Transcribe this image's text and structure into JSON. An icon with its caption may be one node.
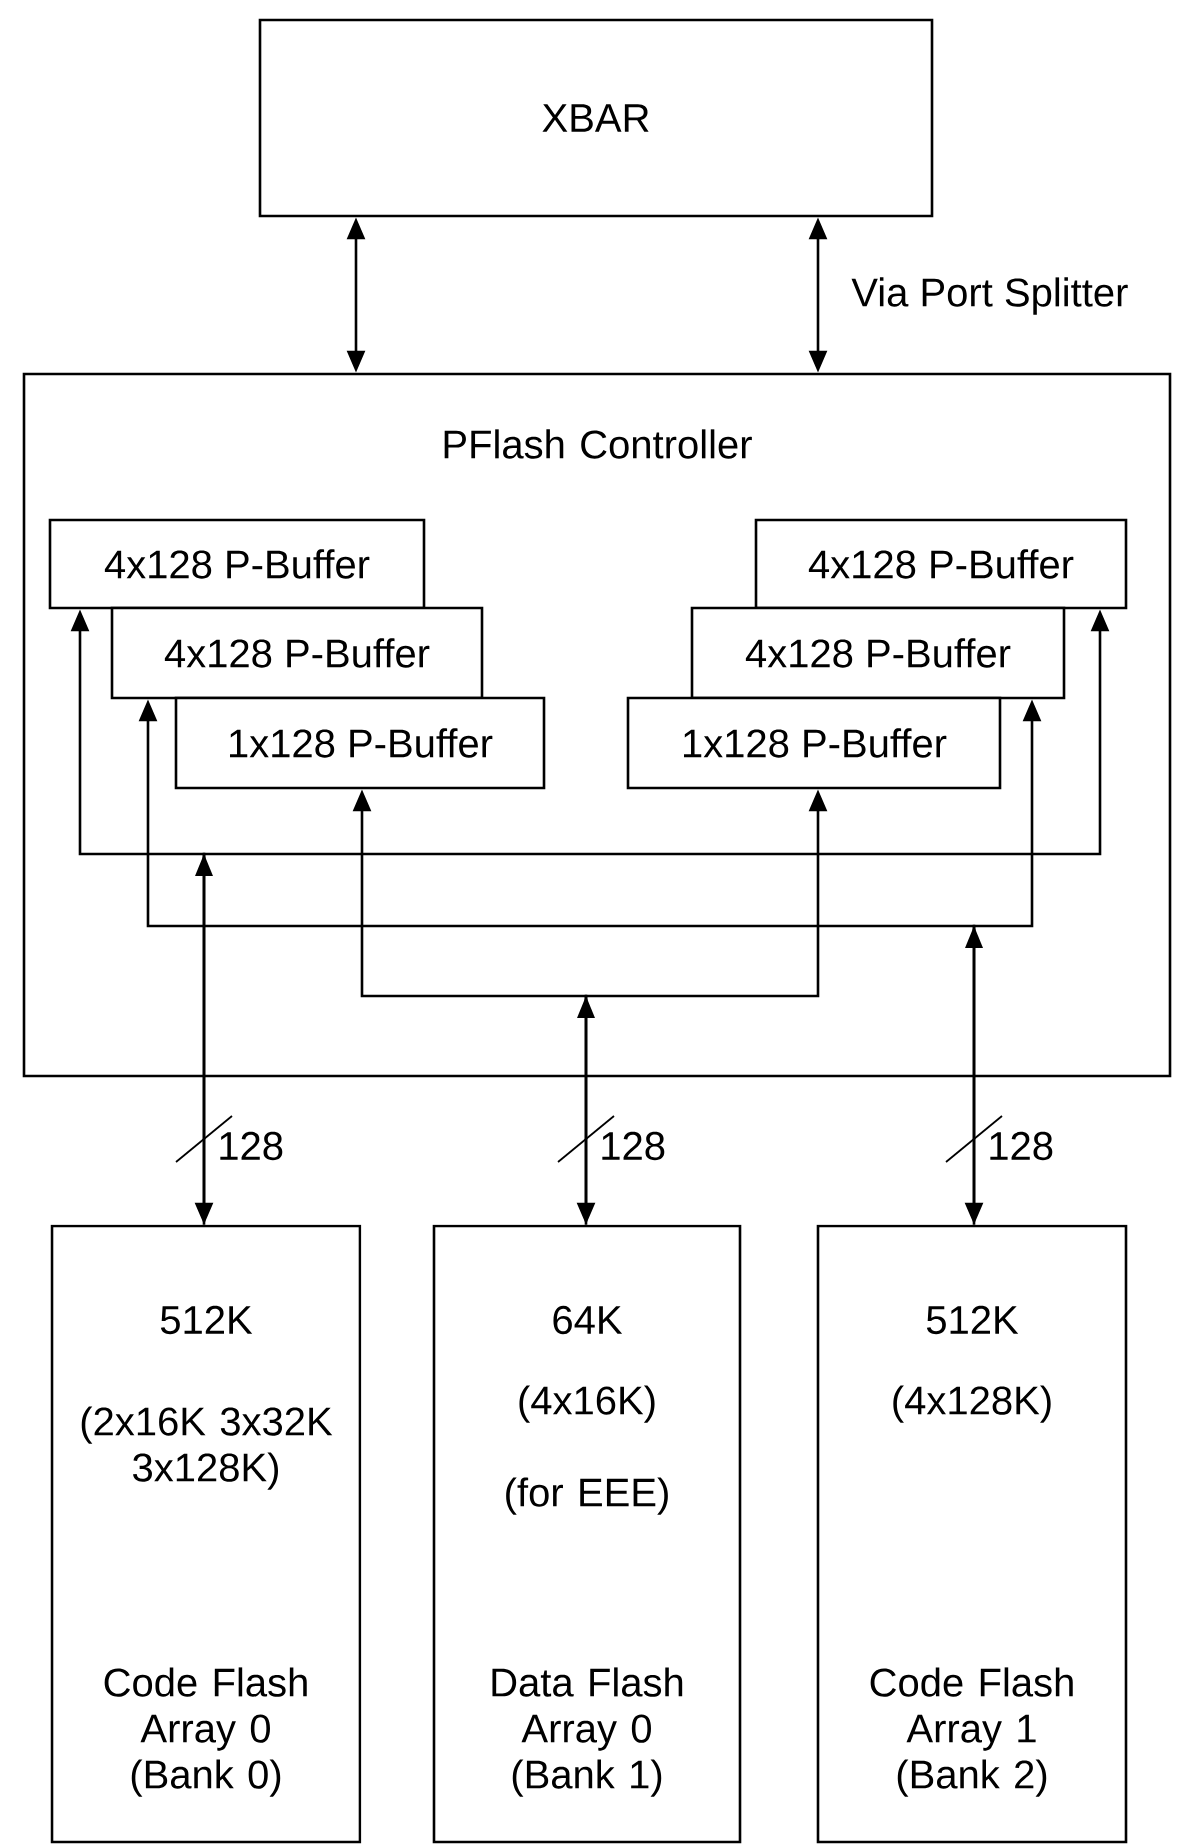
{
  "diagram": {
    "nodes": [
      {
        "text": [
          "XBAR"
        ]
      },
      {
        "text": [
          "PFlash Controller"
        ]
      },
      {
        "text": [
          "4x128 P-Buffer"
        ],
        "in": 1
      },
      {
        "text": [
          "4x128 P-Buffer"
        ],
        "in": 1
      },
      {
        "text": [
          "1x128 P-Buffer"
        ],
        "in": 1
      },
      {
        "text": [
          "4x128 P-Buffer"
        ],
        "in": 1
      },
      {
        "text": [
          "4x128 P-Buffer"
        ],
        "in": 1
      },
      {
        "text": [
          "1x128 P-Buffer"
        ],
        "in": 1
      },
      {
        "text": [
          "512K",
          "(2x16K 3x32K 3x128K)",
          "Code Flash Array 0 (Bank 0)"
        ]
      },
      {
        "text": [
          "64K",
          "(4x16K)",
          "(for EEE)",
          "Data Flash Array 0 (Bank 1)"
        ]
      },
      {
        "text": [
          "512K",
          "(4x128K)",
          "Code Flash Array 1 (Bank 2)"
        ]
      }
    ],
    "edges": [
      {
        "from": 0,
        "to": 1,
        "arrow": "both"
      },
      {
        "from": 0,
        "to": 1,
        "arrow": "both",
        "label": "Via Port Splitter"
      },
      {
        "from": 8,
        "to": 2,
        "arrow": "both",
        "label": "128"
      },
      {
        "from": 8,
        "to": 5,
        "arrow": "to"
      },
      {
        "from": 9,
        "to": 4,
        "arrow": "both",
        "label": "128"
      },
      {
        "from": 9,
        "to": 7,
        "arrow": "to"
      },
      {
        "from": 10,
        "to": 3,
        "arrow": "both",
        "label": "128"
      },
      {
        "from": 10,
        "to": 6,
        "arrow": "to"
      }
    ]
  }
}
